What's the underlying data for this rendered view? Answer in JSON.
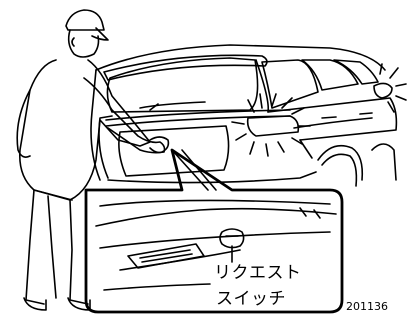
{
  "callout": {
    "label_line1": "リクエスト",
    "label_line2": "スイッチ"
  },
  "figure_id": "201136",
  "colors": {
    "stroke": "#000000",
    "background": "#ffffff"
  }
}
